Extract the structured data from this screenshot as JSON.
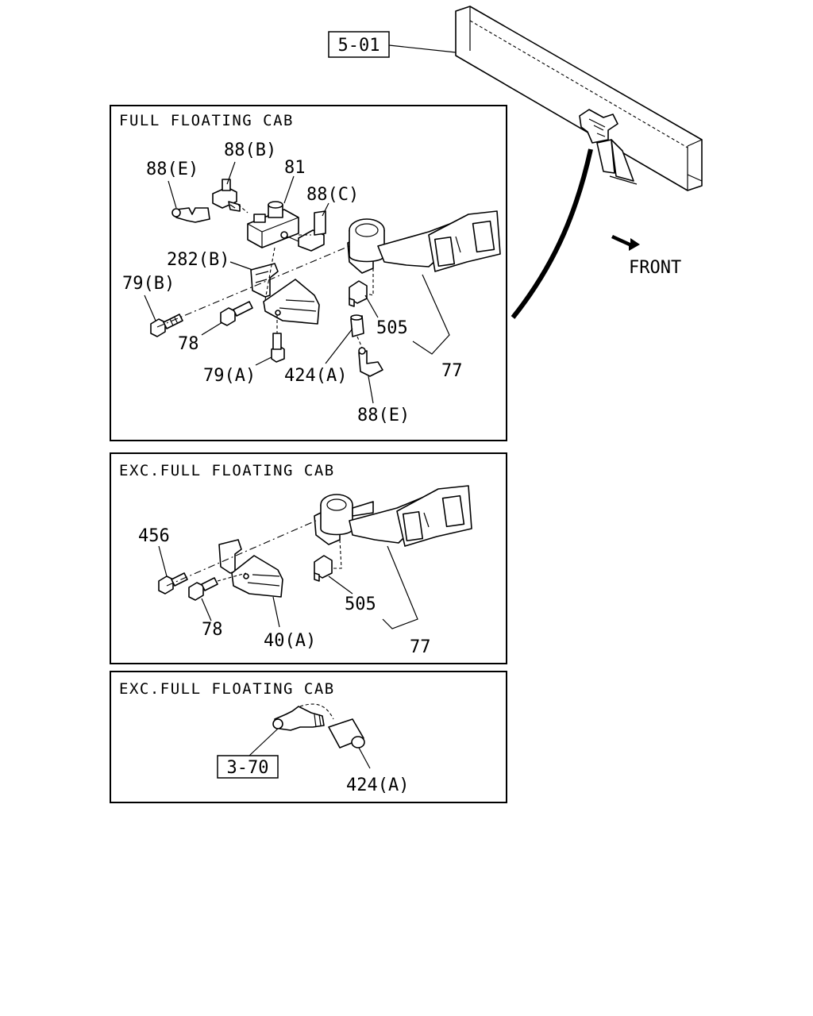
{
  "refs": {
    "frame_ref": "5-01",
    "hose_ref": "3-70"
  },
  "direction": "FRONT",
  "panels": [
    {
      "title": "FULL FLOATING CAB",
      "labels": {
        "p88e_top": "88(E)",
        "p88b": "88(B)",
        "p81": "81",
        "p88c": "88(C)",
        "p282b": "282(B)",
        "p79b": "79(B)",
        "p78": "78",
        "p79a": "79(A)",
        "p424a": "424(A)",
        "p505": "505",
        "p77": "77",
        "p88e_bottom": "88(E)"
      }
    },
    {
      "title": "EXC.FULL FLOATING CAB",
      "labels": {
        "p456": "456",
        "p78": "78",
        "p40a": "40(A)",
        "p505": "505",
        "p77": "77"
      }
    },
    {
      "title": "EXC.FULL FLOATING CAB",
      "labels": {
        "p424a": "424(A)"
      }
    }
  ]
}
